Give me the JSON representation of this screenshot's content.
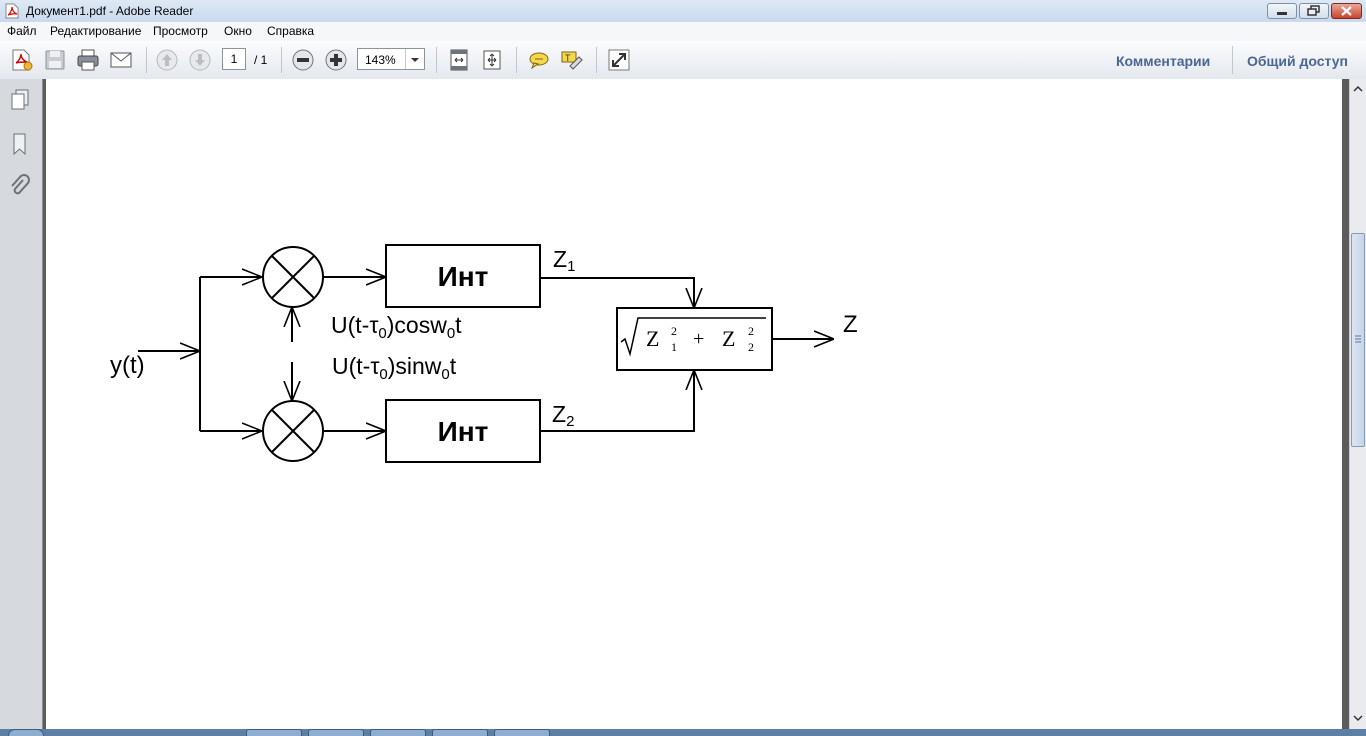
{
  "window": {
    "title": "Документ1.pdf - Adobe Reader"
  },
  "menu": [
    "Файл",
    "Редактирование",
    "Просмотр",
    "Окно",
    "Справка"
  ],
  "toolbar": {
    "page_current": "1",
    "page_total": "/ 1",
    "zoom": "143%",
    "comments_link": "Комментарии",
    "share_link": "Общий доступ"
  },
  "diagram": {
    "input_label": "y(t)",
    "block_top": "Инт",
    "block_bottom": "Инт",
    "ref_cos": {
      "base": "U(t-τ",
      "sub": "0",
      "mid": ")cosw",
      "sub2": "0",
      "end": "t"
    },
    "ref_sin": {
      "base": "U(t-τ",
      "sub": "0",
      "mid": ")sinw",
      "sub2": "0",
      "end": "t"
    },
    "z1": {
      "base": "Z",
      "sub": "1"
    },
    "z2": {
      "base": "Z",
      "sub": "2"
    },
    "formula": {
      "var1": "Z",
      "sub1": "1",
      "sup1": "2",
      "plus": "+",
      "var2": "Z",
      "sub2": "2",
      "sup2": "2"
    },
    "output_label": "Z"
  }
}
